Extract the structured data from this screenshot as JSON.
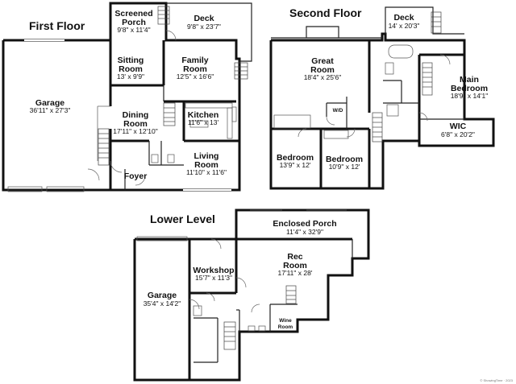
{
  "floors": {
    "first": {
      "title": "First Floor",
      "rooms": {
        "screened_porch": {
          "name1": "Screened",
          "name2": "Porch",
          "dims": "9'8\" x 11'4\""
        },
        "deck": {
          "name": "Deck",
          "dims": "9'8\" x 23'7\""
        },
        "sitting_room": {
          "name1": "Sitting",
          "name2": "Room",
          "dims": "13' x 9'9\""
        },
        "family_room": {
          "name1": "Family",
          "name2": "Room",
          "dims": "12'5\" x 16'6\""
        },
        "garage": {
          "name": "Garage",
          "dims": "36'11\" x 27'3\""
        },
        "dining_room": {
          "name1": "Dining",
          "name2": "Room",
          "dims": "17'11\" x 12'10\""
        },
        "kitchen": {
          "name": "Kitchen",
          "dims": "11'6\" x 13'"
        },
        "living_room": {
          "name1": "Living",
          "name2": "Room",
          "dims": "11'10\" x 11'6\""
        },
        "foyer": {
          "name": "Foyer"
        }
      }
    },
    "second": {
      "title": "Second Floor",
      "rooms": {
        "deck": {
          "name": "Deck",
          "dims": "14' x 20'3\""
        },
        "great_room": {
          "name1": "Great",
          "name2": "Room",
          "dims": "18'4\" x 25'6\""
        },
        "main_bedroom": {
          "name1": "Main",
          "name2": "Bedroom",
          "dims": "18'9\" x 14'1\""
        },
        "wd": {
          "name": "W/D"
        },
        "wic": {
          "name": "WIC",
          "dims": "6'8\" x 20'2\""
        },
        "bedroom_1": {
          "name": "Bedroom",
          "dims": "13'9\" x 12'"
        },
        "bedroom_2": {
          "name": "Bedroom",
          "dims": "10'9\" x 12'"
        }
      }
    },
    "lower": {
      "title": "Lower Level",
      "rooms": {
        "enclosed_porch": {
          "name": "Enclosed Porch",
          "dims": "11'4\" x 32'9\""
        },
        "rec_room": {
          "name1": "Rec",
          "name2": "Room",
          "dims": "17'11\" x 28'"
        },
        "workshop": {
          "name": "Workshop",
          "dims": "15'7\" x 11'3\""
        },
        "garage": {
          "name": "Garage",
          "dims": "35'4\" x 14'2\""
        },
        "wine_room": {
          "name1": "Wine",
          "name2": "Room"
        }
      }
    }
  },
  "credit": "© ShowingTime · 2023"
}
